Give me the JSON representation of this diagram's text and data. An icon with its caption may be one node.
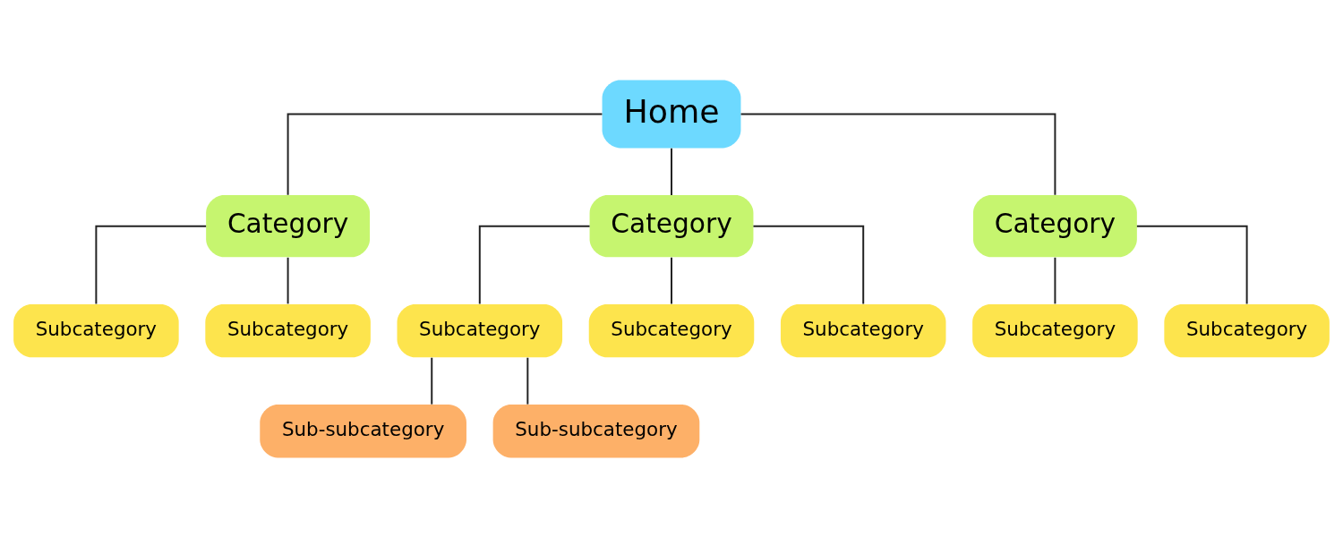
{
  "diagram": {
    "nodes": [
      {
        "text": [
          "Home"
        ]
      },
      {
        "text": [
          "Category"
        ]
      },
      {
        "text": [
          "Category"
        ]
      },
      {
        "text": [
          "Category"
        ]
      },
      {
        "text": [
          "Subcategory"
        ]
      },
      {
        "text": [
          "Subcategory"
        ]
      },
      {
        "text": [
          "Subcategory"
        ]
      },
      {
        "text": [
          "Subcategory"
        ]
      },
      {
        "text": [
          "Subcategory"
        ]
      },
      {
        "text": [
          "Subcategory"
        ]
      },
      {
        "text": [
          "Subcategory"
        ]
      },
      {
        "text": [
          "Sub-subcategory"
        ]
      },
      {
        "text": [
          "Sub-subcategory"
        ]
      }
    ],
    "edges": [
      {
        "from": 0,
        "to": 1,
        "arrow": "none"
      },
      {
        "from": 0,
        "to": 2,
        "arrow": "none"
      },
      {
        "from": 0,
        "to": 3,
        "arrow": "none"
      },
      {
        "from": 1,
        "to": 4,
        "arrow": "none"
      },
      {
        "from": 1,
        "to": 5,
        "arrow": "none"
      },
      {
        "from": 2,
        "to": 6,
        "arrow": "none"
      },
      {
        "from": 2,
        "to": 7,
        "arrow": "none"
      },
      {
        "from": 2,
        "to": 8,
        "arrow": "none"
      },
      {
        "from": 3,
        "to": 9,
        "arrow": "none"
      },
      {
        "from": 3,
        "to": 10,
        "arrow": "none"
      },
      {
        "from": 6,
        "to": 11,
        "arrow": "none"
      },
      {
        "from": 6,
        "to": 12,
        "arrow": "none"
      }
    ]
  }
}
